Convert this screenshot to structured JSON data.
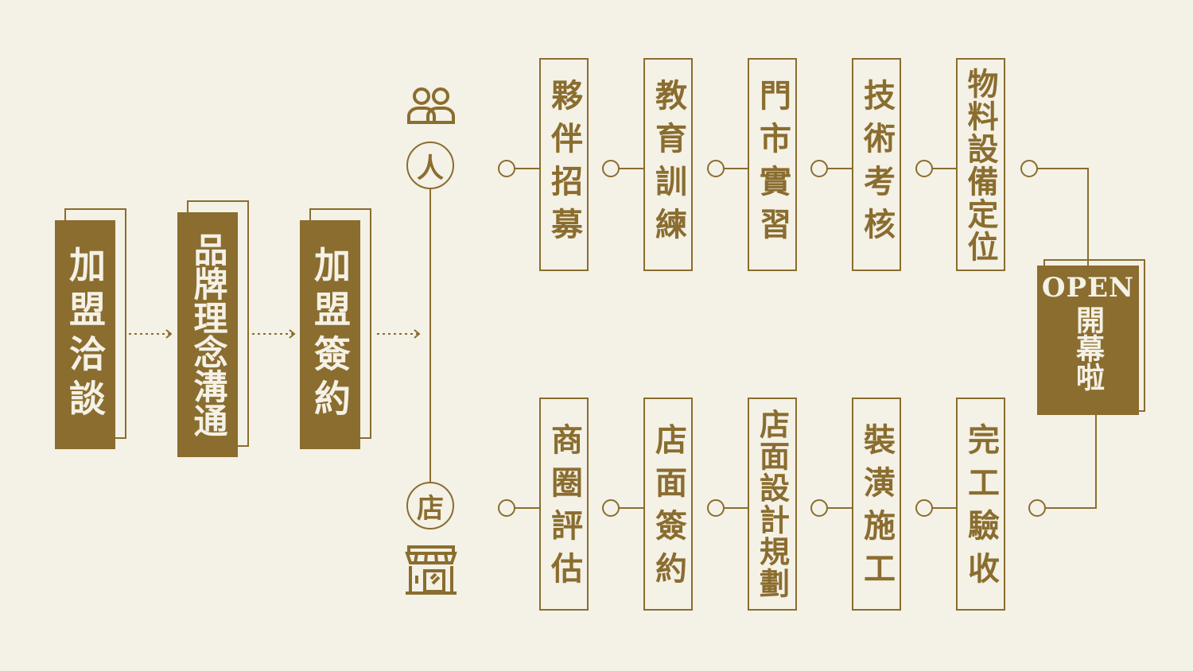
{
  "left_steps": [
    {
      "label": "加盟洽談"
    },
    {
      "label": "品牌理念溝通"
    },
    {
      "label": "加盟簽約"
    }
  ],
  "branches": {
    "people": {
      "label": "人",
      "icon": "people-icon",
      "steps": [
        "夥伴招募",
        "教育訓練",
        "門市實習",
        "技術考核",
        "物料設備定位"
      ]
    },
    "store": {
      "label": "店",
      "icon": "storefront-icon",
      "steps": [
        "商圈評估",
        "店面簽約",
        "店面設計規劃",
        "裝潢施工",
        "完工驗收"
      ]
    }
  },
  "finale": {
    "title_en": "OPEN",
    "title_cn": "開幕啦"
  },
  "colors": {
    "accent": "#8a6d2f",
    "background": "#f4f1e6"
  }
}
